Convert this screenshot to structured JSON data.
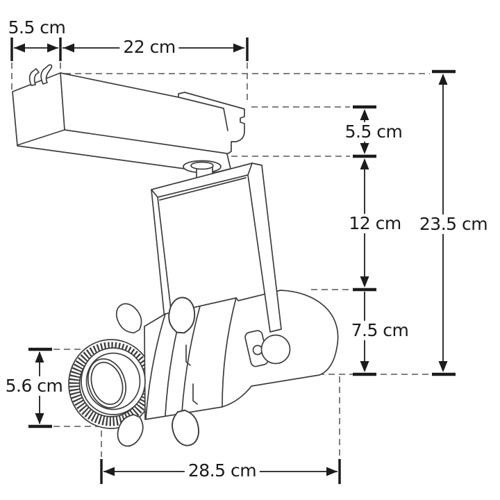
{
  "drawing": {
    "subject": "Track light spotlight fixture — technical dimension drawing",
    "unit": "cm",
    "background_color": "#ffffff",
    "outline_color": "#3d3d3d",
    "dimension_color": "#1c1c1c",
    "dashed_guide_color": "#6e6e6e"
  },
  "dimensions": {
    "adapter_width": "5.5 cm",
    "housing_length": "22 cm",
    "housing_height": "5.5 cm",
    "housing_to_barrel_gap": "12 cm",
    "overall_height": "23.5 cm",
    "barrel_height": "7.5 cm",
    "lens_diameter": "5.6 cm",
    "overall_length": "28.5 cm"
  }
}
